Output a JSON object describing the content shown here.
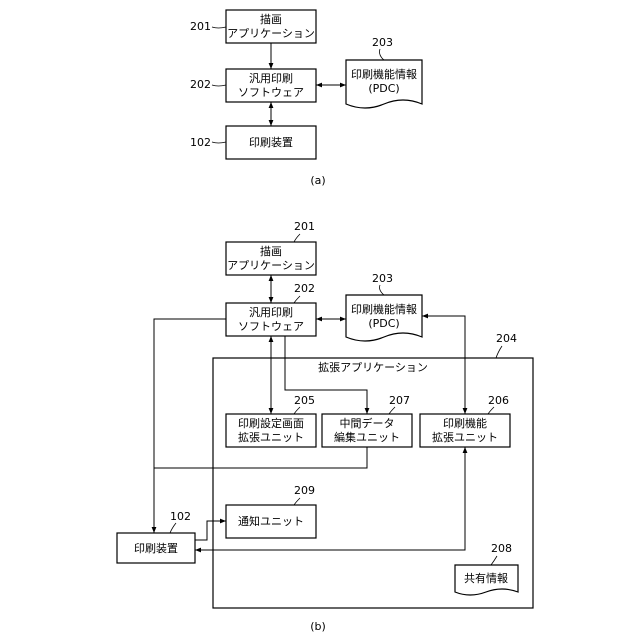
{
  "diagram_a": {
    "caption": "(a)",
    "app": {
      "line1": "描画",
      "line2": "アプリケーション",
      "ref": "201"
    },
    "driver": {
      "line1": "汎用印刷",
      "line2": "ソフトウェア",
      "ref": "202"
    },
    "pdc": {
      "line1": "印刷機能情報",
      "line2": "(PDC)",
      "ref": "203"
    },
    "device": {
      "label": "印刷装置",
      "ref": "102"
    }
  },
  "diagram_b": {
    "caption": "(b)",
    "app": {
      "line1": "描画",
      "line2": "アプリケーション",
      "ref": "201"
    },
    "driver": {
      "line1": "汎用印刷",
      "line2": "ソフトウェア",
      "ref": "202"
    },
    "pdc": {
      "line1": "印刷機能情報",
      "line2": "(PDC)",
      "ref": "203"
    },
    "ext_app": {
      "label": "拡張アプリケーション",
      "ref": "204"
    },
    "settings_ui": {
      "line1": "印刷設定画面",
      "line2": "拡張ユニット",
      "ref": "205"
    },
    "intermediate": {
      "line1": "中間データ",
      "line2": "編集ユニット",
      "ref": "207"
    },
    "func_ext": {
      "line1": "印刷機能",
      "line2": "拡張ユニット",
      "ref": "206"
    },
    "notify": {
      "label": "通知ユニット",
      "ref": "209"
    },
    "device": {
      "label": "印刷装置",
      "ref": "102"
    },
    "shared": {
      "label": "共有情報",
      "ref": "208"
    }
  }
}
